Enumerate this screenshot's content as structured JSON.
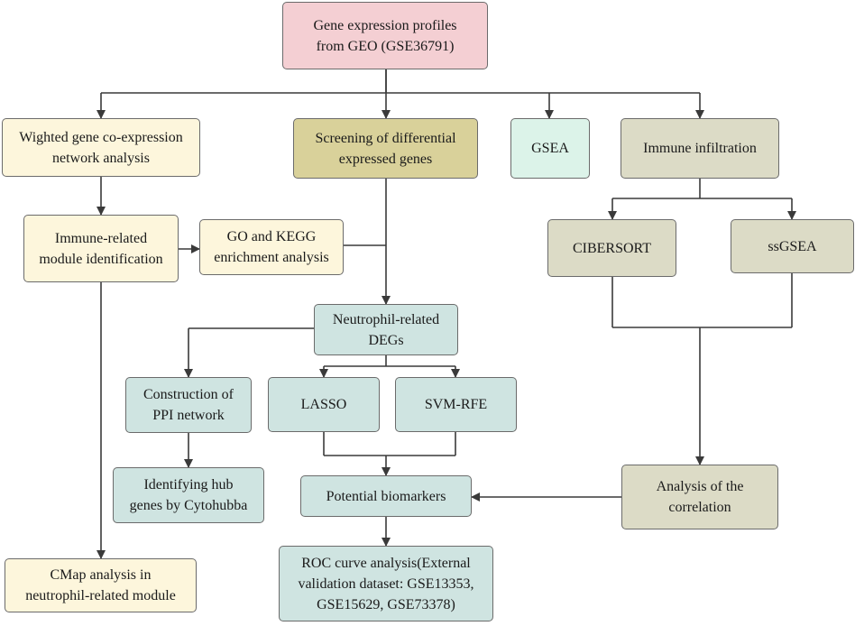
{
  "colors": {
    "start": "#f4cfd3",
    "wgcna_branch": "#fdf6dc",
    "deg_screening": "#d9d19a",
    "gsea": "#dcf3e9",
    "immune_branch": "#dcdbc6",
    "analysis_steps": "#cfe4e1",
    "arrows": "#3a3a3a"
  },
  "nodes": {
    "geo": "Gene expression profiles\nfrom GEO (GSE36791)",
    "wgcna": "Wighted gene co-expression\nnetwork analysis",
    "degs": "Screening of differential\nexpressed genes",
    "gsea": "GSEA",
    "immune": "Immune  infiltration",
    "module": "Immune-related\nmodule identification",
    "gokegg": "GO and KEGG\nenrichment analysis",
    "cibersort": "CIBERSORT",
    "ssgsea": "ssGSEA",
    "neutro": "Neutrophil-related\nDEGs",
    "ppi": "Construction of\nPPI network",
    "lasso": "LASSO",
    "svm": "SVM-RFE",
    "hub": "Identifying hub\ngenes by Cytohubba",
    "biomarkers": "Potential biomarkers",
    "correlation": "Analysis of the\ncorrelation",
    "cmap": "CMap analysis in\nneutrophil-related module",
    "roc": "ROC curve analysis(External\nvalidation dataset: GSE13353,\nGSE15629, GSE73378)"
  }
}
